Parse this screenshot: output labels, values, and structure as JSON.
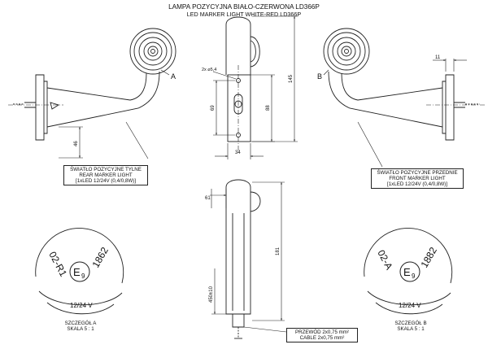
{
  "title": {
    "pl": "LAMPA POZYCYJNA BIAŁO-CZERWONA LD366P",
    "en": "LED MARKER LIGHT WHITE-RED LD366P"
  },
  "rear_label": {
    "line1": "ŚWIATŁO POZYCYJNE TYLNE",
    "line2": "REAR MARKER LIGHT",
    "line3": "[1xLED 12/24V (0,4/0,8W)]"
  },
  "front_label": {
    "line1": "ŚWIATŁO POZYCYJNE PRZEDNIE",
    "line2": "FRONT MARKER LIGHT",
    "line3": "[1xLED 12/24V (0,4/0,8W)]"
  },
  "cable_label": {
    "pl": "PRZEWÓD 2x0,75 mm²",
    "en": "CABLE 2x0,75 mm²"
  },
  "detail_a": {
    "line1": "SZCZEGÓŁ A",
    "line2": "SKALA 5 : 1",
    "marking": "02-R1",
    "mark_e": "E",
    "mark_e_num": "9",
    "code": "1862",
    "voltage": "12/24 V"
  },
  "detail_b": {
    "line1": "SZCZEGÓŁ B",
    "line2": "SKALA 5 : 1",
    "marking": "02-A",
    "mark_e": "E",
    "mark_e_num": "9",
    "code": "1882",
    "voltage": "12/24 V"
  },
  "letters": {
    "a": "A",
    "b": "B"
  },
  "dims": {
    "hole": "2x ⌀5,4",
    "d145": "145",
    "d69": "69",
    "d88": "88",
    "d46": "46",
    "d34": "34",
    "d11": "11",
    "d61": "61",
    "d181": "181",
    "d450": "450±10"
  }
}
